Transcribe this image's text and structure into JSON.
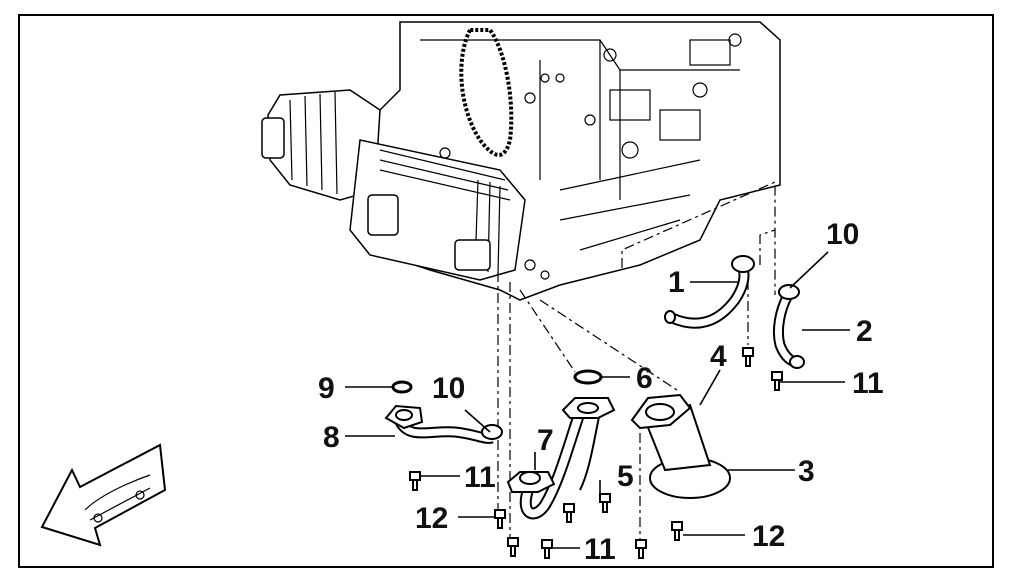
{
  "diagram": {
    "callouts": [
      {
        "id": "c1",
        "label": "1"
      },
      {
        "id": "c2",
        "label": "2"
      },
      {
        "id": "c3",
        "label": "3"
      },
      {
        "id": "c4",
        "label": "4"
      },
      {
        "id": "c5",
        "label": "5"
      },
      {
        "id": "c6",
        "label": "6"
      },
      {
        "id": "c7",
        "label": "7"
      },
      {
        "id": "c8",
        "label": "8"
      },
      {
        "id": "c9",
        "label": "9"
      },
      {
        "id": "c10a",
        "label": "10"
      },
      {
        "id": "c10b",
        "label": "10"
      },
      {
        "id": "c11a",
        "label": "11"
      },
      {
        "id": "c11b",
        "label": "11"
      },
      {
        "id": "c11c",
        "label": "11"
      },
      {
        "id": "c12a",
        "label": "12"
      },
      {
        "id": "c12b",
        "label": "12"
      }
    ]
  }
}
